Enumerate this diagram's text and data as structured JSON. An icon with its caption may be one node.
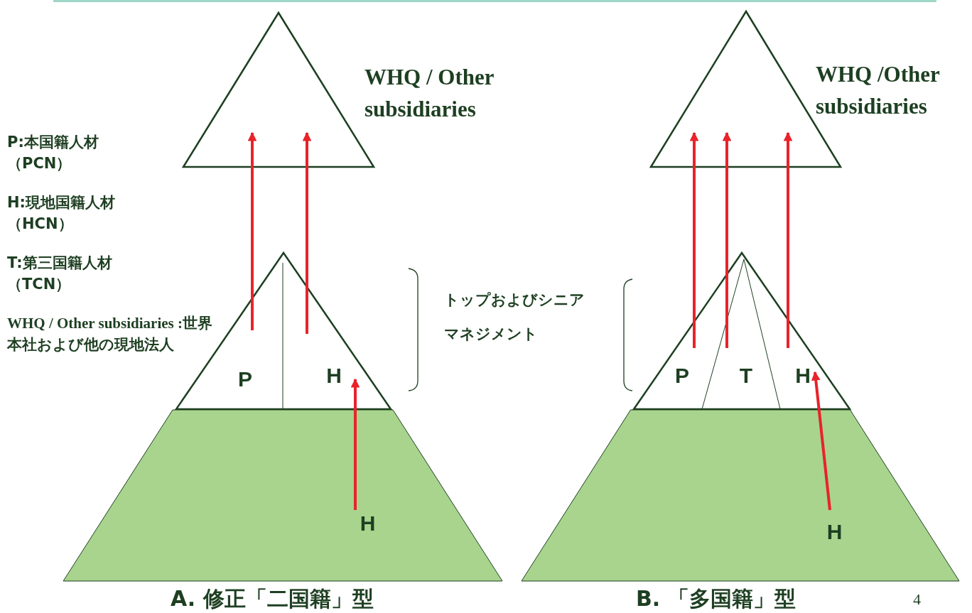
{
  "diagram": {
    "nodes": [
      {
        "text": [
          "WHQ / Other subsidiaries"
        ]
      },
      {
        "text": [],
        "shape": "triangle"
      },
      {
        "text": [
          "P"
        ],
        "in": 1
      },
      {
        "text": [
          "H"
        ],
        "in": 1
      },
      {
        "text": [],
        "shape": "trapezoid"
      },
      {
        "text": [
          "H"
        ],
        "in": 4
      },
      {
        "text": [
          "WHQ /Other subsidiaries"
        ]
      },
      {
        "text": [],
        "shape": "triangle"
      },
      {
        "text": [
          "P"
        ],
        "in": 7
      },
      {
        "text": [
          "T"
        ],
        "in": 7
      },
      {
        "text": [
          "H"
        ],
        "in": 7
      },
      {
        "text": [],
        "shape": "trapezoid"
      },
      {
        "text": [
          "H"
        ],
        "in": 11
      }
    ],
    "edges": [
      {
        "from": 2,
        "to": 0,
        "arrow": "to"
      },
      {
        "from": 3,
        "to": 0,
        "arrow": "to"
      },
      {
        "from": 5,
        "to": 3,
        "arrow": "to"
      },
      {
        "from": 8,
        "to": 6,
        "arrow": "to"
      },
      {
        "from": 9,
        "to": 6,
        "arrow": "to"
      },
      {
        "from": 10,
        "to": 6,
        "arrow": "to"
      },
      {
        "from": 12,
        "to": 10,
        "arrow": "to"
      }
    ],
    "labels": [
      "P:本国籍人材（PCN）",
      "H:現地国籍人材（HCN）",
      "T:第三国籍人材（TCN）",
      "WHQ / Other subsidiaries :世界本社および他の現地法人",
      "トップおよびシニアマネジメント",
      "A. 修正「二国籍」型",
      "B. 「多国籍」型",
      "4"
    ]
  }
}
